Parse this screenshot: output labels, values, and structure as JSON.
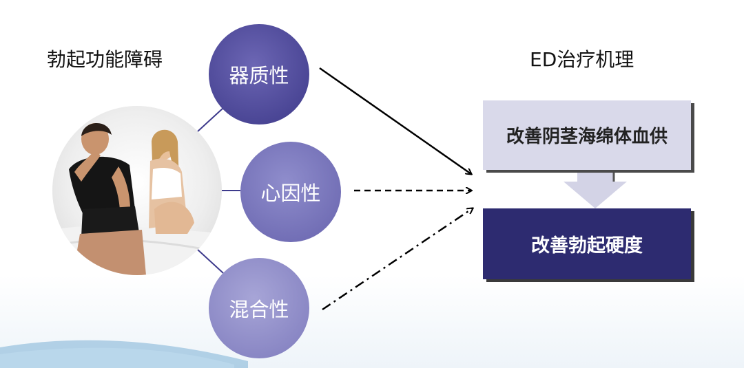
{
  "left_title": "勃起功能障碍",
  "right_title": "ED治疗机理",
  "causes": [
    {
      "label": "器质性",
      "arrow_style": "solid"
    },
    {
      "label": "心因性",
      "arrow_style": "dashed"
    },
    {
      "label": "混合性",
      "arrow_style": "dash-dot"
    }
  ],
  "mechanism_steps": [
    {
      "label": "改善阴茎海绵体血供"
    },
    {
      "label": "改善勃起硬度"
    }
  ],
  "colors": {
    "cause_organic": "#4f4b9e",
    "cause_psychogenic": "#7774b9",
    "cause_mixed": "#9593ce",
    "step_light": "#d9d9ea",
    "step_dark": "#2d2b70",
    "connector": "#3d3a8c"
  },
  "icons": {
    "photo": "couple-photo"
  }
}
